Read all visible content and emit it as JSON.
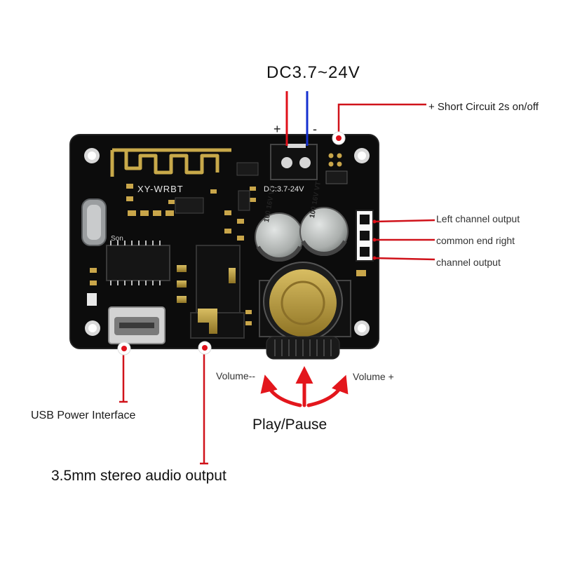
{
  "supply": {
    "voltage": "DC3.7~24V",
    "plus": "+",
    "minus": "-"
  },
  "board": {
    "model": "XY-WRBT",
    "dc_silk": "DC:3.7-24V",
    "cap_left": [
      "100",
      "16V",
      "VT"
    ],
    "cap_right": [
      "100",
      "16V",
      "VT"
    ],
    "crystal_label": "Son"
  },
  "callouts": {
    "short_circuit": "+ Short Circuit 2s on/off",
    "left_channel": "Left channel output",
    "common_end": "common end right",
    "channel_output": "channel output",
    "usb": "USB Power Interface",
    "audio": "3.5mm stereo audio output",
    "volume_minus": "Volume--",
    "volume_plus": "Volume +",
    "play_pause": "Play/Pause"
  },
  "colors": {
    "pcb": "#0c0c0c",
    "pin_red": "#e0101a",
    "pin_blue": "#1530d0",
    "arrow_red": "#e3161c",
    "gold": "#b99a3a",
    "cap": "#aeb2b0"
  }
}
